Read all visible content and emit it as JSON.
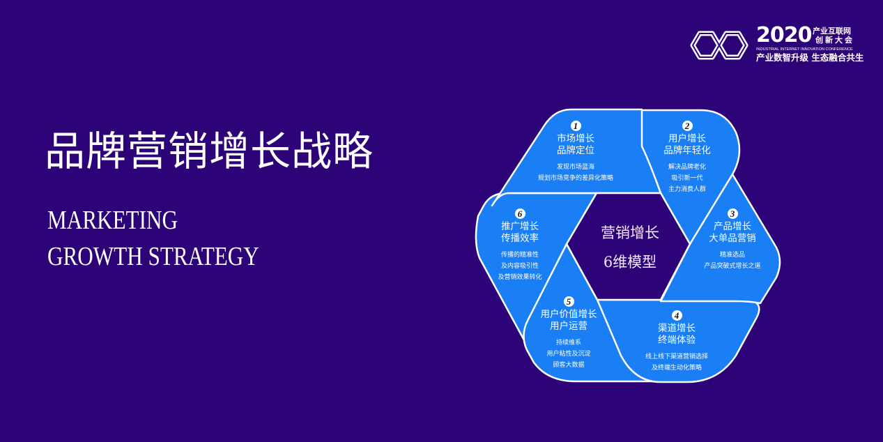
{
  "page": {
    "background_color": "#2d0478",
    "accent_color": "#1a7ef5"
  },
  "title": {
    "cn": "品牌营销增长战略",
    "en_line1": "MARKETING",
    "en_line2": "GROWTH STRATEGY"
  },
  "logo": {
    "icon": "infinity-hexagon-logo-icon",
    "year": "2020",
    "conf_line1": "产业互联网",
    "conf_line2": "创新大会",
    "conf_en": "INDUSTRIAL INTERNET INNOVATION CONFERENCE",
    "slogan": "产业数智升级  生态融合共生"
  },
  "diagram": {
    "center_line1": "营销增长",
    "center_line2": "6维模型",
    "segments": [
      {
        "num": "1",
        "title1": "市场增长",
        "title2": "品牌定位",
        "desc": [
          "发现市场蓝海",
          "规划市场竞争的差异化策略"
        ]
      },
      {
        "num": "2",
        "title1": "用户增长",
        "title2": "品牌年轻化",
        "desc": [
          "解决品牌老化",
          "吸引新一代",
          "主力消费人群"
        ]
      },
      {
        "num": "3",
        "title1": "产品增长",
        "title2": "大单品营销",
        "desc": [
          "精准选品",
          "产品突破式增长之道"
        ]
      },
      {
        "num": "4",
        "title1": "渠道增长",
        "title2": "终端体验",
        "desc": [
          "线上线下渠道营销选择",
          "及终端生动化策略"
        ]
      },
      {
        "num": "5",
        "title1": "用户价值增长",
        "title2": "用户运营",
        "desc": [
          "持续维系",
          "用户粘性及沉淀",
          "顾客大数据"
        ]
      },
      {
        "num": "6",
        "title1": "推广增长",
        "title2": "传播效率",
        "desc": [
          "传播的精准性",
          "及内容吸引性",
          "及营销效果转化"
        ]
      }
    ]
  }
}
